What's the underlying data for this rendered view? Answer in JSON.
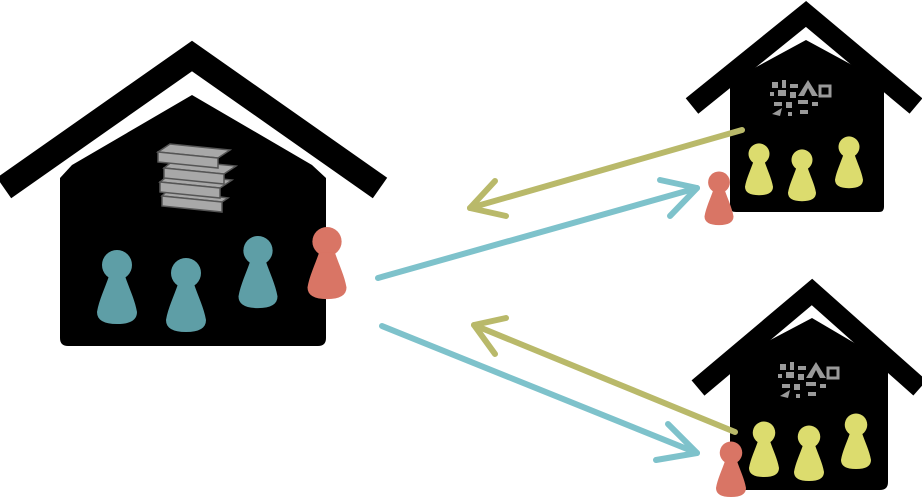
{
  "colors": {
    "house": "#000000",
    "teal_pawn": "#5e9ea6",
    "yellow_pawn": "#dcdc6e",
    "red_pawn": "#d97565",
    "teal_arrow": "#7ec2cb",
    "olive_arrow": "#b9b96a",
    "books": "#a8a8a8",
    "books_outline": "#555555",
    "symbols": "#9a9a9a"
  },
  "diagram": {
    "houses": [
      {
        "id": "home-house",
        "icon": "books-stack-icon",
        "residents": [
          "teal",
          "teal",
          "teal"
        ],
        "visitor": "red"
      },
      {
        "id": "host-house-top",
        "icon": "cryptic-symbols-icon",
        "residents": [
          "yellow",
          "yellow",
          "yellow"
        ],
        "visitor": "red"
      },
      {
        "id": "host-house-bottom",
        "icon": "cryptic-symbols-icon",
        "residents": [
          "yellow",
          "yellow",
          "yellow"
        ],
        "visitor": "red"
      }
    ],
    "arrows": [
      {
        "from": "home-house",
        "to": "host-house-top",
        "color": "teal"
      },
      {
        "from": "host-house-top",
        "to": "home-house",
        "color": "olive"
      },
      {
        "from": "home-house",
        "to": "host-house-bottom",
        "color": "teal"
      },
      {
        "from": "host-house-bottom",
        "to": "home-house",
        "color": "olive"
      }
    ]
  }
}
